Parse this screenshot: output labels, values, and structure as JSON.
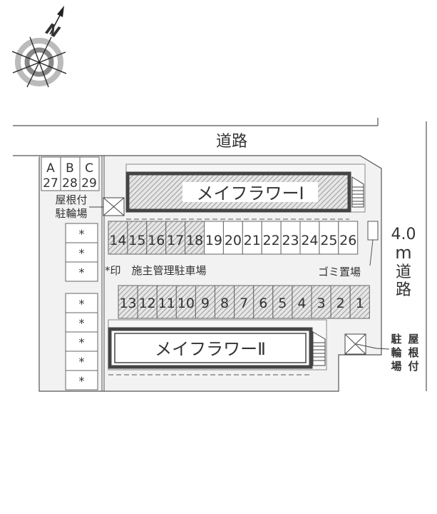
{
  "compass": {
    "label": "N"
  },
  "road_top": {
    "label": "道路"
  },
  "road_right": {
    "width": "4.0",
    "unit": "m",
    "label_1": "道",
    "label_2": "路"
  },
  "bike_spaces": [
    {
      "letter": "A",
      "number": "27"
    },
    {
      "letter": "B",
      "number": "28"
    },
    {
      "letter": "C",
      "number": "29"
    }
  ],
  "bike_parking_left": {
    "line1": "屋根付",
    "line2": "駐輪場"
  },
  "bike_parking_right": {
    "col1": [
      "駐",
      "輪",
      "場"
    ],
    "col2": [
      "屋",
      "根",
      "付"
    ]
  },
  "owner_spaces": {
    "marker": "*",
    "count_upper": 3,
    "count_lower": 5
  },
  "buildings": [
    {
      "name": "メイフラワーⅠ"
    },
    {
      "name": "メイフラワーⅡ"
    }
  ],
  "parking_top": [
    "14",
    "15",
    "16",
    "17",
    "18",
    "19",
    "20",
    "21",
    "22",
    "23",
    "24",
    "25",
    "26"
  ],
  "parking_top_hatched": [
    "14",
    "15",
    "16",
    "17",
    "18"
  ],
  "parking_bottom": [
    "13",
    "12",
    "11",
    "10",
    "9",
    "8",
    "7",
    "6",
    "5",
    "4",
    "3",
    "2",
    "1"
  ],
  "legend": {
    "text": "*印　施主管理駐車場"
  },
  "garbage": {
    "label": "ゴミ置場"
  },
  "colors": {
    "line": "#555555",
    "ground": "#f2f2f2",
    "building_border": "#444444",
    "hatch": "#888888"
  }
}
